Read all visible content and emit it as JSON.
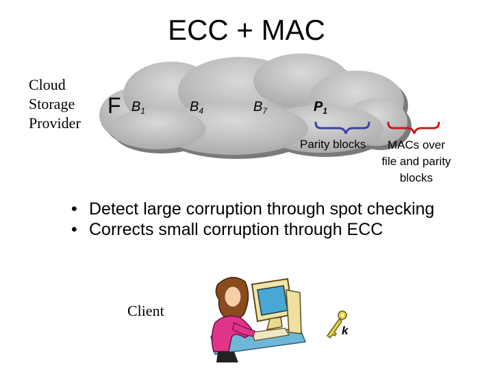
{
  "title": "ECC + MAC",
  "provider_label": [
    "Cloud",
    "Storage",
    "Provider"
  ],
  "file_label": "F",
  "blocks": [
    {
      "letter": "B",
      "sub": "1"
    },
    {
      "letter": "B",
      "sub": "4"
    },
    {
      "letter": "B",
      "sub": "7"
    }
  ],
  "parity_block": {
    "letter": "P",
    "sub": "1"
  },
  "parity_blocks_label": "Parity blocks",
  "macs_label": [
    "MACs over",
    "file and parity",
    "blocks"
  ],
  "bullets": [
    "Detect large corruption through spot checking",
    "Corrects small corruption through ECC"
  ],
  "client_label": "Client",
  "key_label": "k",
  "icons": [
    "cloud-icon",
    "client-computer-icon",
    "key-icon"
  ],
  "colors": {
    "cloud_fill": "#b4b4b4",
    "cloud_shadow": "#7a7a7a",
    "parity_brace": "#3a3fa8",
    "macs_brace": "#c41a1a"
  }
}
